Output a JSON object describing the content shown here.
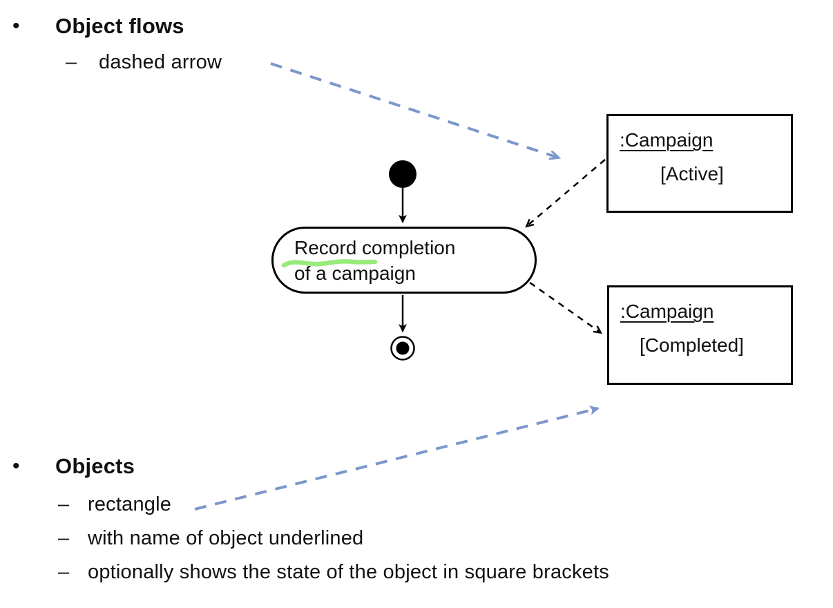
{
  "slide": {
    "background_color": "#ffffff",
    "text_color": "#111111",
    "annotation_blue": "#7B97CB",
    "highlight_green": "#8DE96B",
    "diagram_black": "#000000"
  },
  "bullets": [
    {
      "marker": "•",
      "title": "Object flows",
      "items": [
        {
          "marker": "–",
          "text": "dashed arrow"
        }
      ]
    },
    {
      "marker": "•",
      "title": "Objects",
      "items": [
        {
          "marker": "–",
          "text": "rectangle"
        },
        {
          "marker": "–",
          "text": "with name of object underlined"
        },
        {
          "marker": "–",
          "text": "optionally shows the state of the object in square brackets"
        }
      ]
    }
  ],
  "diagram": {
    "activity": {
      "line1": "Record completion",
      "line2": "of a campaign"
    },
    "objects": [
      {
        "name": ":Campaign",
        "state": "[Active]"
      },
      {
        "name": ":Campaign",
        "state": "[Completed]"
      }
    ]
  }
}
